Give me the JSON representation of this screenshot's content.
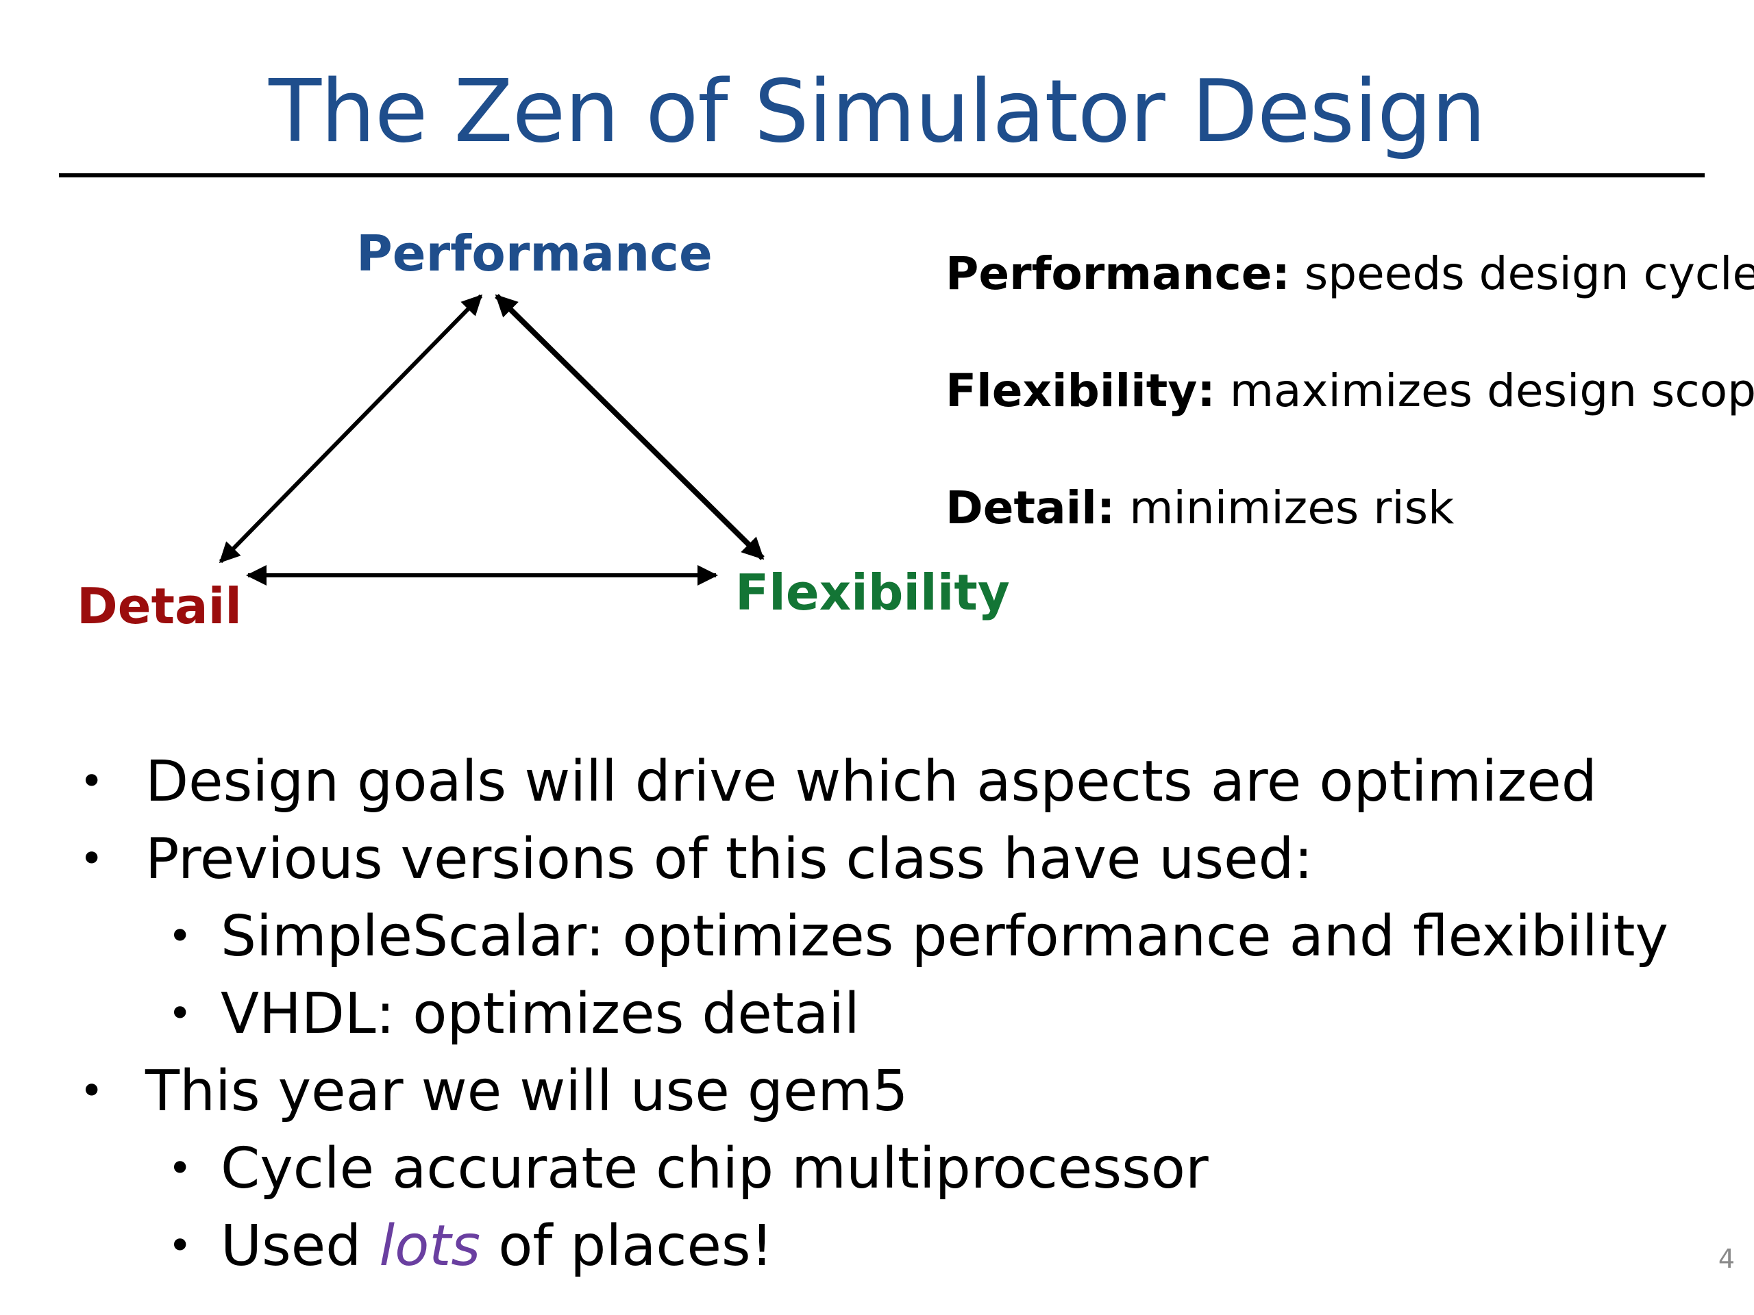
{
  "slide": {
    "title": "The Zen of Simulator Design",
    "page_number": "4"
  },
  "diagram": {
    "nodes": {
      "performance": "Performance",
      "detail": "Detail",
      "flexibility": "Flexibility"
    },
    "colors": {
      "performance": "#1f4e8c",
      "detail": "#9b0d0d",
      "flexibility": "#137535"
    }
  },
  "definitions": [
    {
      "term": "Performance:",
      "desc": " speeds design cycle"
    },
    {
      "term": "Flexibility:",
      "desc": " maximizes design scope"
    },
    {
      "term": "Detail:",
      "desc": " minimizes risk"
    }
  ],
  "bullets": {
    "b1": "Design goals will drive which aspects are optimized",
    "b2": "Previous versions of this class have used:",
    "b2_1": "SimpleScalar: optimizes performance and flexibility",
    "b2_2": "VHDL: optimizes detail",
    "b3": "This year we will use gem5",
    "b3_1": "Cycle accurate chip multiprocessor",
    "b3_2": {
      "before": "Used ",
      "emphasis": "lots",
      "after": " of places!"
    },
    "bullet_glyph": "•"
  }
}
